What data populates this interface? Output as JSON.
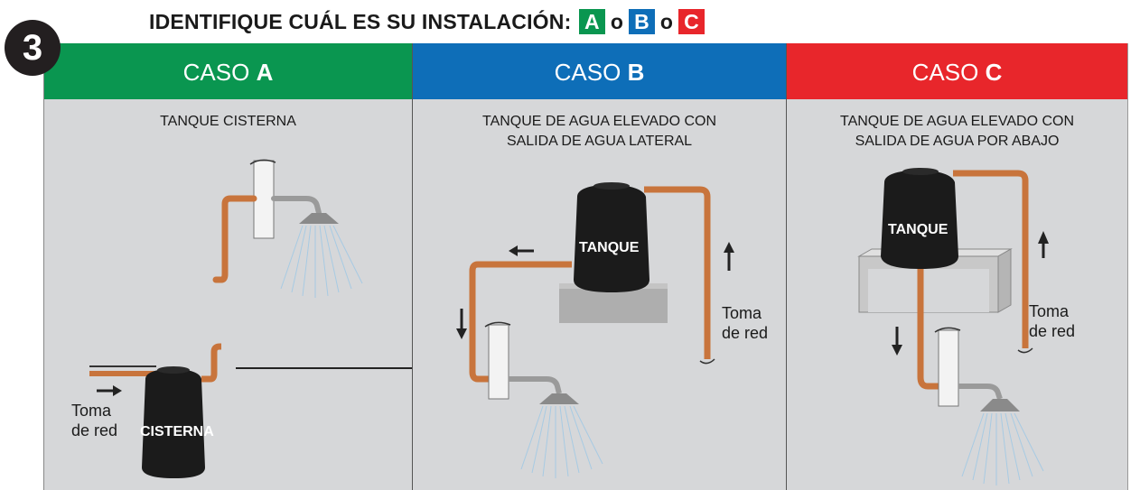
{
  "step_number": "3",
  "title": {
    "prefix": "IDENTIFIQUE CUÁL ES SU INSTALACIÓN:",
    "option_a": "A",
    "sep1": "o",
    "option_b": "B",
    "sep2": "o",
    "option_c": "C"
  },
  "colors": {
    "green": "#0a9650",
    "blue": "#0e6eb8",
    "red": "#e8262b",
    "pipe": "#c8743c",
    "tank": "#1b1b1b",
    "panel_bg": "#d6d7d9"
  },
  "cases": [
    {
      "head_prefix": "CASO",
      "head_letter": "A",
      "subtitle": "TANQUE CISTERNA",
      "tank_label": "CISTERNA",
      "inlet_label": "Toma\nde red"
    },
    {
      "head_prefix": "CASO",
      "head_letter": "B",
      "subtitle": "TANQUE DE AGUA ELEVADO CON\nSALIDA DE AGUA LATERAL",
      "tank_label": "TANQUE",
      "inlet_label": "Toma\nde red"
    },
    {
      "head_prefix": "CASO",
      "head_letter": "C",
      "subtitle": "TANQUE DE AGUA ELEVADO CON\nSALIDA DE AGUA POR ABAJO",
      "tank_label": "TANQUE",
      "inlet_label": "Toma\nde red"
    }
  ]
}
